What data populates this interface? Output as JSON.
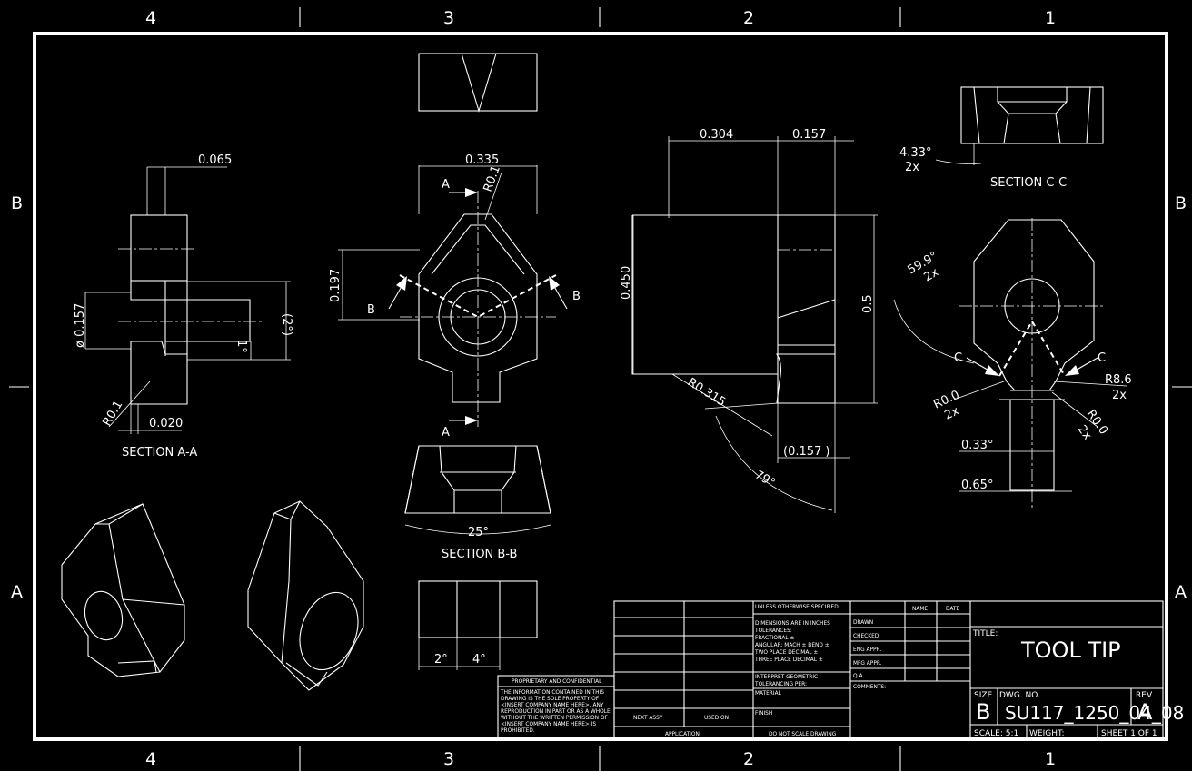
{
  "zones": {
    "top": [
      "4",
      "3",
      "2",
      "1"
    ],
    "bottom": [
      "4",
      "3",
      "2",
      "1"
    ],
    "left": [
      "B",
      "A"
    ],
    "right": [
      "B",
      "A"
    ]
  },
  "section_aa": {
    "title": "SECTION  A-A",
    "dim_top": "0.065",
    "dim_dia": "ø 0.157",
    "dim_height": "(2°)",
    "dim_angle": "1°",
    "dim_radius": "R0.1",
    "dim_bottom": "0.020"
  },
  "main_view": {
    "dim_width": "0.335",
    "dim_height": "0.197",
    "dim_radius": "R0.1",
    "label_a_top": "A",
    "label_a_bottom": "A",
    "label_b_left": "B",
    "label_b_right": "B"
  },
  "section_bb": {
    "title": "SECTION  B-B",
    "dim_angle": "25°"
  },
  "bottom_view": {
    "dim_left": "2°",
    "dim_right": "4°"
  },
  "side_view": {
    "dim_top_left": "0.304",
    "dim_top_right": "0.157",
    "dim_left": "0.450",
    "dim_right": "0.5",
    "dim_radius": "R0.315",
    "dim_bottom": "(0.157 )",
    "dim_angle": "79°"
  },
  "section_cc": {
    "title": "SECTION  C-C",
    "dim_angle": "4.33°",
    "dim_count": "2x"
  },
  "right_view": {
    "dim_angle": "59.9°",
    "dim_angle_count": "2x",
    "label_c_left": "C",
    "label_c_right": "C",
    "dim_r86": "R8.6",
    "dim_r86_count": "2x",
    "dim_r00_left": "R0.0",
    "dim_r00_left_count": "2x",
    "dim_r00_right": "R0.0",
    "dim_r00_right_count": "2x",
    "dim_033": "0.33°",
    "dim_065": "0.65°"
  },
  "title_block": {
    "proprietary_title": "PROPRIETARY AND CONFIDENTIAL",
    "proprietary_lines": [
      "THE INFORMATION CONTAINED IN THIS",
      "DRAWING IS THE SOLE PROPERTY OF",
      "<INSERT COMPANY NAME HERE>. ANY",
      "REPRODUCTION IN PART OR AS A WHOLE",
      "WITHOUT THE WRITTEN PERMISSION OF",
      "<INSERT COMPANY NAME HERE> IS",
      "PROHIBITED."
    ],
    "next_assy": "NEXT ASSY",
    "used_on": "USED ON",
    "application": "APPLICATION",
    "unless": "UNLESS OTHERWISE SPECIFIED:",
    "tolerance_lines": [
      "DIMENSIONS ARE IN INCHES",
      "TOLERANCES:",
      "FRACTIONAL ±",
      "ANGULAR: MACH   ±   BEND ±",
      "TWO PLACE DECIMAL    ±",
      "THREE PLACE DECIMAL  ±"
    ],
    "interpret_lines": [
      "INTERPRET GEOMETRIC",
      "TOLERANCING PER:"
    ],
    "material": "MATERIAL",
    "finish": "FINISH",
    "do_not_scale": "DO NOT SCALE DRAWING",
    "col_name": "NAME",
    "col_date": "DATE",
    "rows": [
      "DRAWN",
      "CHECKED",
      "ENG APPR.",
      "MFG APPR.",
      "Q.A."
    ],
    "comments": "COMMENTS:",
    "title_label": "TITLE:",
    "title": "TOOL  TIP",
    "size_label": "SIZE",
    "size": "B",
    "dwg_label": "DWG.  NO.",
    "dwg_no": "SU117_1250_04_08",
    "rev_label": "REV",
    "rev": "A",
    "scale": "SCALE: 5:1",
    "weight": "WEIGHT:",
    "sheet": "SHEET 1 OF 1"
  }
}
